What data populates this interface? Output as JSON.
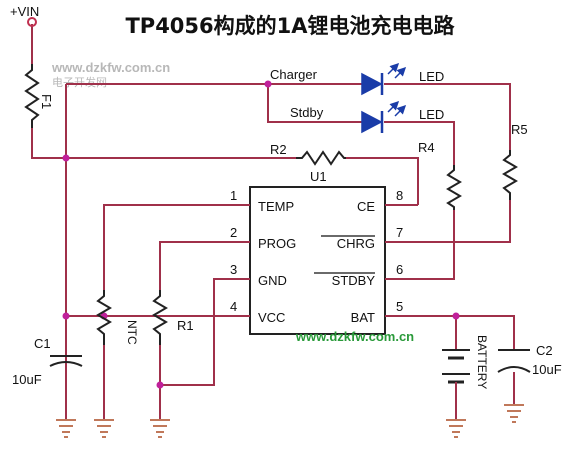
{
  "title": "TP4056构成的1A锂电池充电电路",
  "watermark_top": "www.dzkfw.com.cn",
  "watermark_sub": "电子开发网",
  "watermark_center": "www.dzkfw.com.cn",
  "colors": {
    "wire": "#a0304a",
    "junction": "#c0209a",
    "component": "#222222",
    "led_fill": "#1a3ca8",
    "ground": "#c0785a",
    "watermark": "#2a9a3a",
    "watermark_light": "#b8b8b8",
    "vin_circle": "#c03050"
  },
  "labels": {
    "vin": "+VIN",
    "f1": "F1",
    "charger": "Charger",
    "stdby": "Stdby",
    "led1": "LED",
    "led2": "LED",
    "r2": "R2",
    "u1": "U1",
    "r4": "R4",
    "r5": "R5",
    "c1": "C1",
    "c1_value": "10uF",
    "ntc": "NTC",
    "r1": "R1",
    "battery": "BATTERY",
    "c2": "C2",
    "c2_value": "10uF"
  },
  "ic": {
    "left_pins": [
      {
        "num": "1",
        "name": "TEMP"
      },
      {
        "num": "2",
        "name": "PROG"
      },
      {
        "num": "3",
        "name": "GND"
      },
      {
        "num": "4",
        "name": "VCC"
      }
    ],
    "right_pins": [
      {
        "num": "8",
        "name": "CE"
      },
      {
        "num": "7",
        "name": "CHRG"
      },
      {
        "num": "6",
        "name": "STDBY"
      },
      {
        "num": "5",
        "name": "BAT"
      }
    ]
  }
}
